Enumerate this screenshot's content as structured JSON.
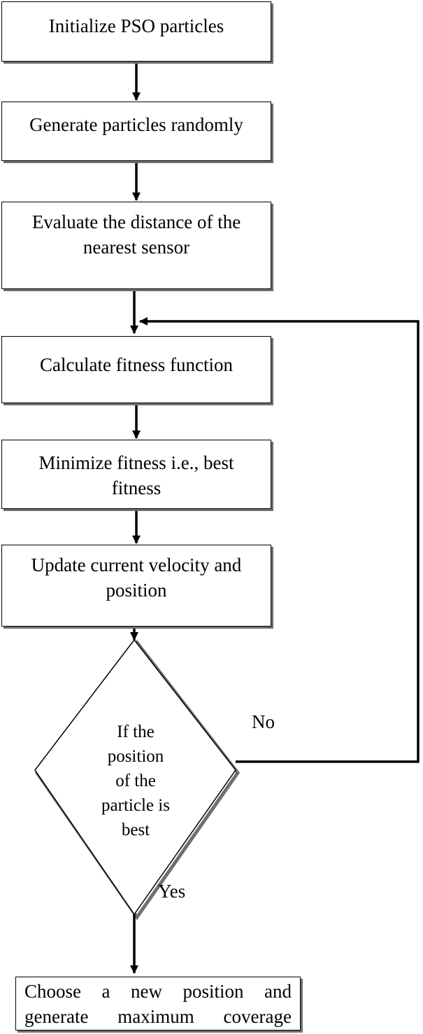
{
  "steps": [
    {
      "id": "init",
      "text": "Initialize PSO particles"
    },
    {
      "id": "generate",
      "text": "Generate particles randomly"
    },
    {
      "id": "evaluate",
      "text": "Evaluate the distance of the nearest sensor"
    },
    {
      "id": "fitness",
      "text": "Calculate fitness function"
    },
    {
      "id": "minimize",
      "text": "Minimize fitness i.e., best fitness"
    },
    {
      "id": "update",
      "text": "Update current velocity and position"
    }
  ],
  "decision": {
    "lines": [
      "If the",
      "position",
      "of the",
      "particle is",
      "best"
    ],
    "no_label": "No",
    "yes_label": "Yes"
  },
  "final_step": {
    "lines": [
      "Choose a new position and",
      "generate maximum coverage"
    ]
  },
  "colors": {
    "stroke": "#000000",
    "shadow": "#6f6f6f",
    "background": "#ffffff"
  }
}
